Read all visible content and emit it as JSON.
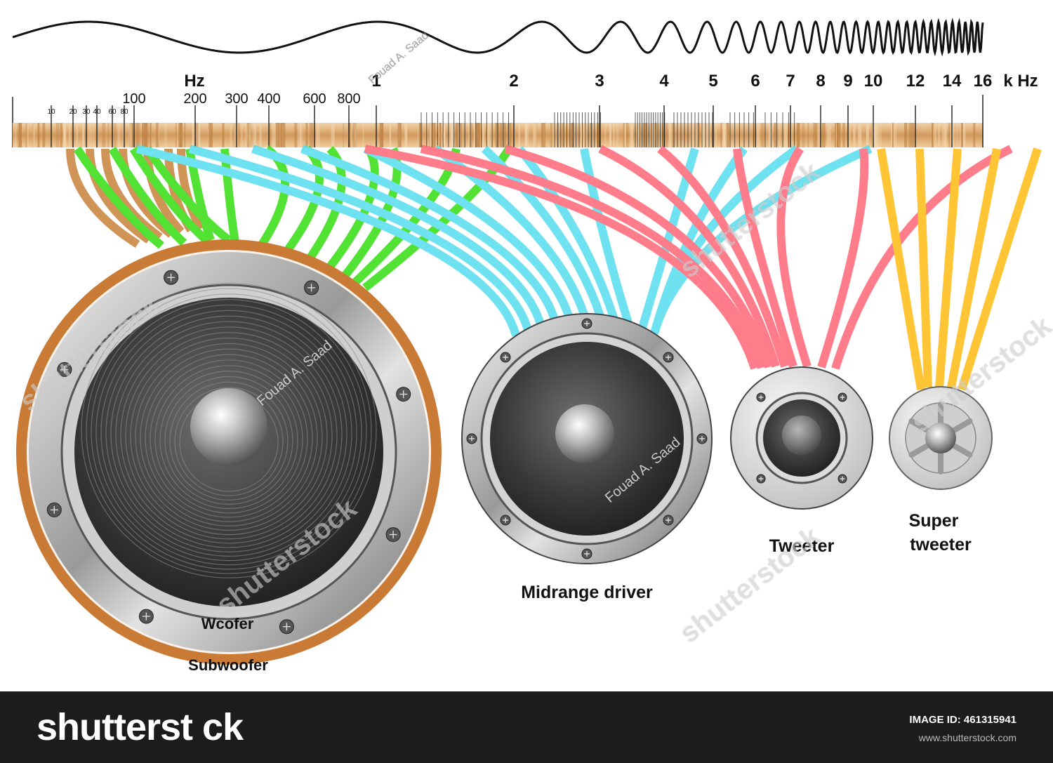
{
  "frequency_scale": {
    "unit_left": "Hz",
    "unit_right": "k Hz",
    "small_labels": [
      "10",
      "20",
      "30",
      "40",
      "60",
      "80"
    ],
    "hz_labels": [
      "100",
      "200",
      "300",
      "400",
      "600",
      "800"
    ],
    "khz_labels": [
      "1",
      "2",
      "3",
      "4",
      "5",
      "6",
      "7",
      "8",
      "9",
      "10",
      "12",
      "14",
      "16"
    ]
  },
  "drivers": {
    "subwoofer": "Subwoofer",
    "woofer": "Wcofer",
    "midrange": "Midrange driver",
    "tweeter": "Tweeter",
    "super_tweeter_line1": "Super",
    "super_tweeter_line2": "tweeter"
  },
  "colors": {
    "subwoofer_lines": "#c8823a",
    "woofer_lines": "#33dd11",
    "midrange_lines": "#55ddee",
    "tweeter_lines": "#ff6677",
    "super_tweeter_lines": "#ffbb11",
    "scale_bar": "#d9a66a",
    "subwoofer_ring": "#c97a35"
  },
  "watermarks": {
    "brand": "shutterstock",
    "author": "Fouad A. Saad"
  },
  "footer": {
    "brand": "shutterst ck",
    "image_id": "IMAGE ID: 461315941",
    "site": "www.shutterstock.com"
  }
}
